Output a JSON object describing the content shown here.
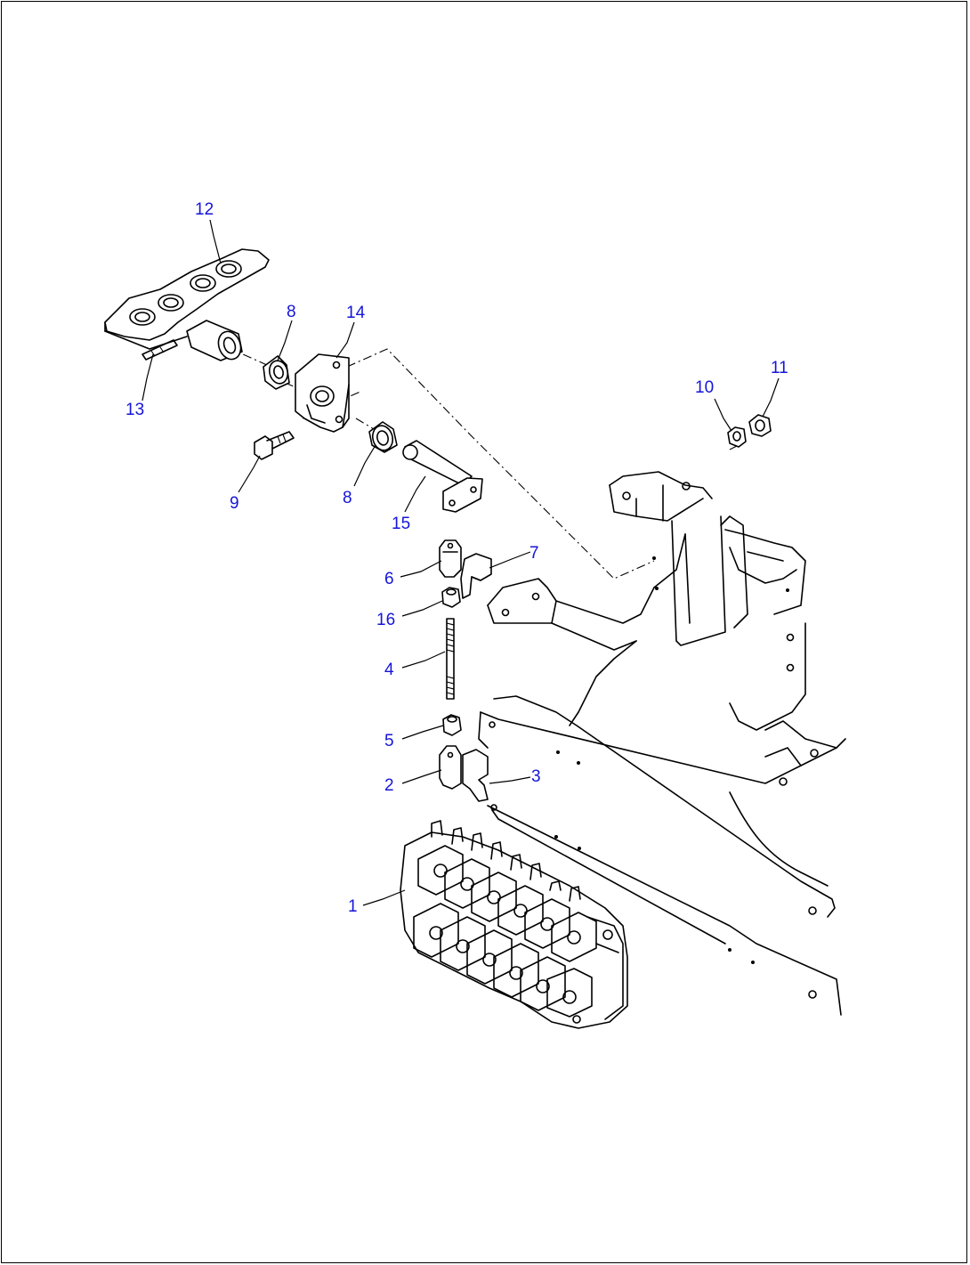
{
  "colors": {
    "label": "#1515d8",
    "line": "#000000",
    "background": "#ffffff"
  },
  "callouts": {
    "c1": "1",
    "c2": "2",
    "c3": "3",
    "c4": "4",
    "c5": "5",
    "c6": "6",
    "c7": "7",
    "c8a": "8",
    "c8b": "8",
    "c9": "9",
    "c10": "10",
    "c11": "11",
    "c12": "12",
    "c13": "13",
    "c14": "14",
    "c15": "15",
    "c16": "16"
  }
}
